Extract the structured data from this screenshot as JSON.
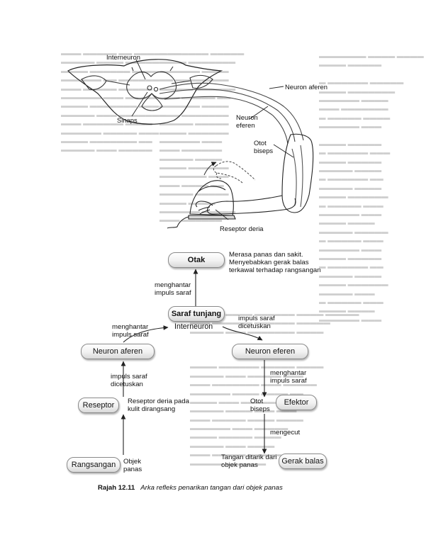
{
  "illustration_labels": {
    "interneuron": "Interneuron",
    "sinaps": "Sinaps",
    "neuron_aferen": "Neuron aferen",
    "neuron_eferen": "Neuron\neferen",
    "otot_biseps": "Otot\nbiseps",
    "reseptor_deria": "Reseptor deria"
  },
  "nodes": {
    "otak": "Otak",
    "saraf_tunjang": "Saraf tunjang",
    "neuron_aferen": "Neuron aferen",
    "neuron_eferen": "Neuron eferen",
    "reseptor": "Reseptor",
    "efektor": "Efektor",
    "rangsangan": "Rangsangan",
    "gerak_balas": "Gerak balas"
  },
  "annotations": {
    "otak_desc": "Merasa panas dan sakit.\nMenyebabkan gerak balas\nterkawal terhadap rangsangan",
    "menghantar_otak": "menghantar\nimpuls saraf",
    "menghantar_aferen": "menghantar\nimpuls saraf",
    "interneuron": "Interneuron",
    "impuls_dicetuskan_right": "impuls saraf\ndicetuskan",
    "impuls_dicetuskan_left": "impuls saraf\ndicetuskan",
    "reseptor_desc": "Reseptor deria pada\nkulit dirangsang",
    "menghantar_eferen": "menghantar\nimpuls saraf",
    "otot_biseps": "Otot\nbiseps",
    "mengecut": "mengecut",
    "objek_panas": "Objek\npanas",
    "tangan_ditarik": "Tangan ditarik dari\nobjek panas"
  },
  "caption": {
    "number": "Rajah 12.11",
    "text": "Arka refleks penarikan tangan dari objek panas"
  },
  "colors": {
    "line": "#222222",
    "node_border": "#8a8a8a",
    "ghost_text": "#cfcfcf"
  }
}
